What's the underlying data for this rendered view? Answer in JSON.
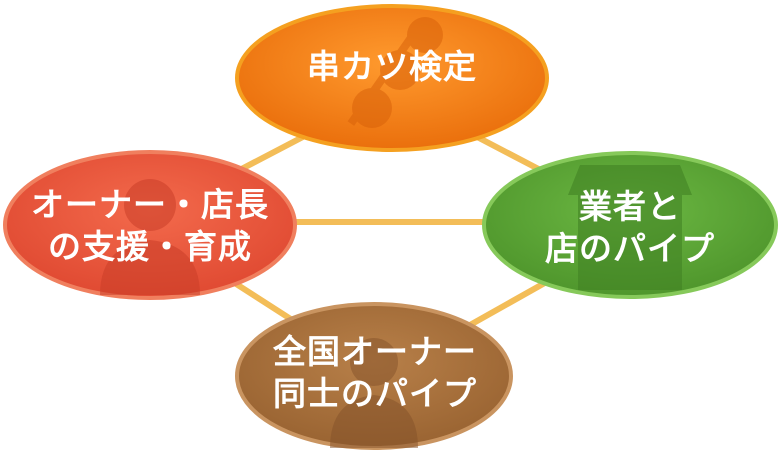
{
  "nodes": {
    "kentei": {
      "lines": [
        "串カツ検定"
      ],
      "color": "#f07a12",
      "edge": "#f5a020"
    },
    "owner": {
      "lines": [
        "オーナー・店長",
        "の支援・育成"
      ],
      "color": "#e8553a",
      "edge": "#f07f5e"
    },
    "gyosha": {
      "lines": [
        "業者と",
        "店のパイプ"
      ],
      "color": "#5aa334",
      "edge": "#86c95a"
    },
    "zenkoku": {
      "lines": [
        "全国オーナー",
        "同士のパイプ"
      ],
      "color": "#a8703a",
      "edge": "#c99460"
    }
  },
  "connector_color": "#f3bd58",
  "icons": {
    "kentei": "kushikatsu-skewer-icon",
    "owner": "person-icon",
    "gyosha": "shop-icon",
    "zenkoku": "person-icon"
  }
}
